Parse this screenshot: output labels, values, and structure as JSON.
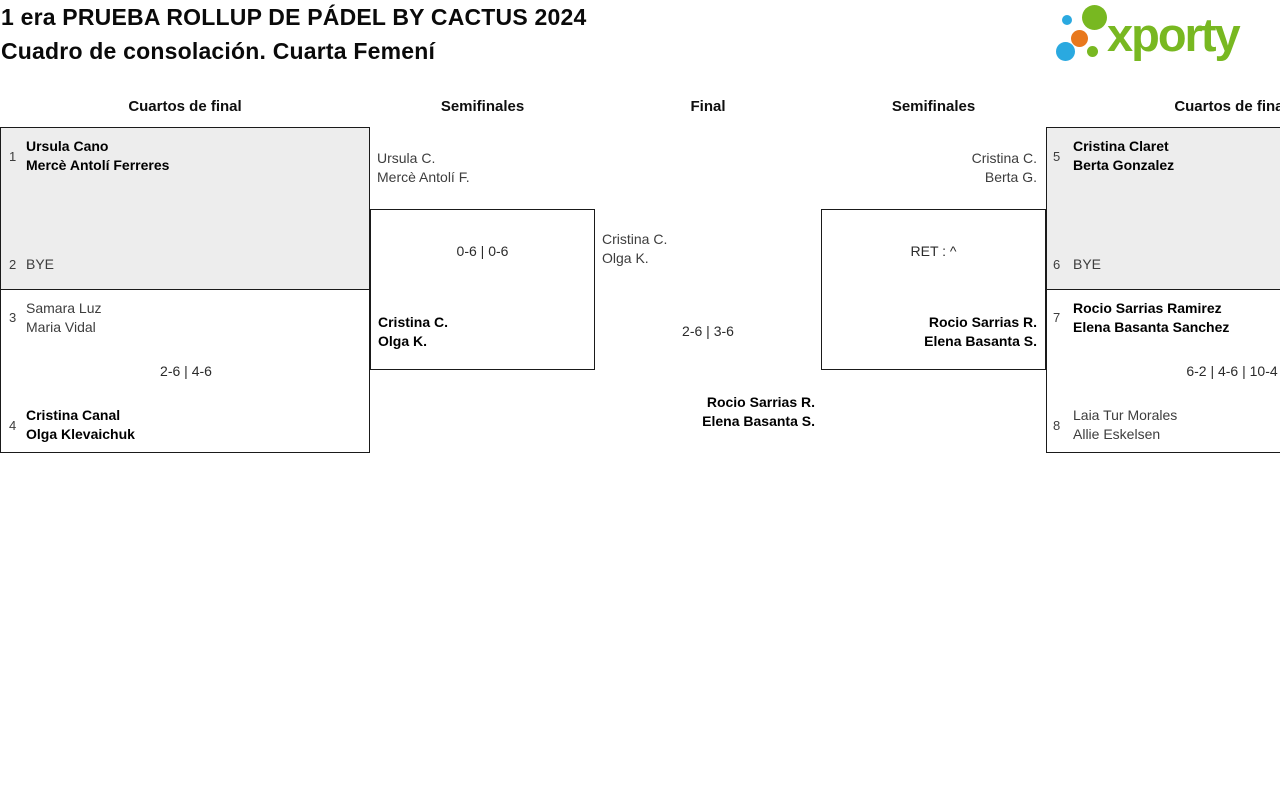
{
  "header": {
    "title": "1 era PRUEBA ROLLUP DE PÁDEL BY CACTUS 2024",
    "subtitle": "Cuadro de consolación. Cuarta Femení"
  },
  "logo": {
    "wordmark": "xporty",
    "green": "#78b821",
    "blue": "#2aa9e0",
    "orange": "#e8781d"
  },
  "round_headers": {
    "qf_left": "Cuartos de final",
    "sf_left": "Semifinales",
    "final": "Final",
    "sf_right": "Semifinales",
    "qf_right": "Cuartos de final"
  },
  "colors": {
    "bye_fill": "#ededed",
    "border": "#1a1a1a",
    "winner_text": "#000000",
    "loser_text": "#3d3d3d"
  },
  "matches": {
    "qf_left_top": {
      "seed_a": "1",
      "team_a": {
        "p1": "Ursula Cano",
        "p2": "Mercè Antolí Ferreres"
      },
      "seed_b": "2",
      "team_b": {
        "p1": "BYE"
      }
    },
    "qf_left_bottom": {
      "seed_a": "3",
      "team_a": {
        "p1": "Samara Luz",
        "p2": "Maria Vidal"
      },
      "score": "2-6 | 4-6",
      "seed_b": "4",
      "team_b": {
        "p1": "Cristina Canal",
        "p2": "Olga Klevaichuk"
      }
    },
    "sf_left": {
      "team_a": {
        "p1": "Ursula C.",
        "p2": "Mercè Antolí F."
      },
      "score": "0-6 | 0-6",
      "team_b": {
        "p1": "Cristina C.",
        "p2": "Olga K."
      }
    },
    "final": {
      "team_a": {
        "p1": "Cristina C.",
        "p2": "Olga K."
      },
      "score": "2-6 | 3-6",
      "team_b": {
        "p1": "Rocio Sarrias R.",
        "p2": "Elena Basanta S."
      }
    },
    "sf_right": {
      "team_a": {
        "p1": "Cristina C.",
        "p2": "Berta G."
      },
      "score": "RET : ^",
      "team_b": {
        "p1": "Rocio Sarrias R.",
        "p2": "Elena Basanta S."
      }
    },
    "qf_right_top": {
      "seed_a": "5",
      "team_a": {
        "p1": "Cristina Claret",
        "p2": "Berta Gonzalez"
      },
      "seed_b": "6",
      "team_b": {
        "p1": "BYE"
      }
    },
    "qf_right_bottom": {
      "seed_a": "7",
      "team_a": {
        "p1": "Rocio Sarrias Ramirez",
        "p2": "Elena Basanta Sanchez"
      },
      "score": "6-2 | 4-6 | 10-4",
      "seed_b": "8",
      "team_b": {
        "p1": "Laia Tur Morales",
        "p2": "Allie Eskelsen"
      }
    }
  }
}
